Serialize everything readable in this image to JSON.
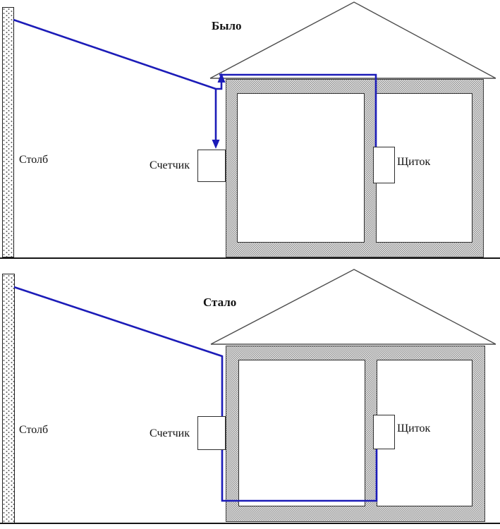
{
  "colors": {
    "wire_blue": "#1c1cb8",
    "roof_gray": "#4d4d4d",
    "ground_black": "#151515",
    "wall_dot_gray": "#8e8e8e"
  },
  "diagrams": [
    {
      "title": "Было",
      "pole_label": "Столб",
      "meter_label": "Счетчик",
      "panel_label": "Щиток"
    },
    {
      "title": "Стало",
      "pole_label": "Столб",
      "meter_label": "Счетчик",
      "panel_label": "Щиток"
    }
  ]
}
